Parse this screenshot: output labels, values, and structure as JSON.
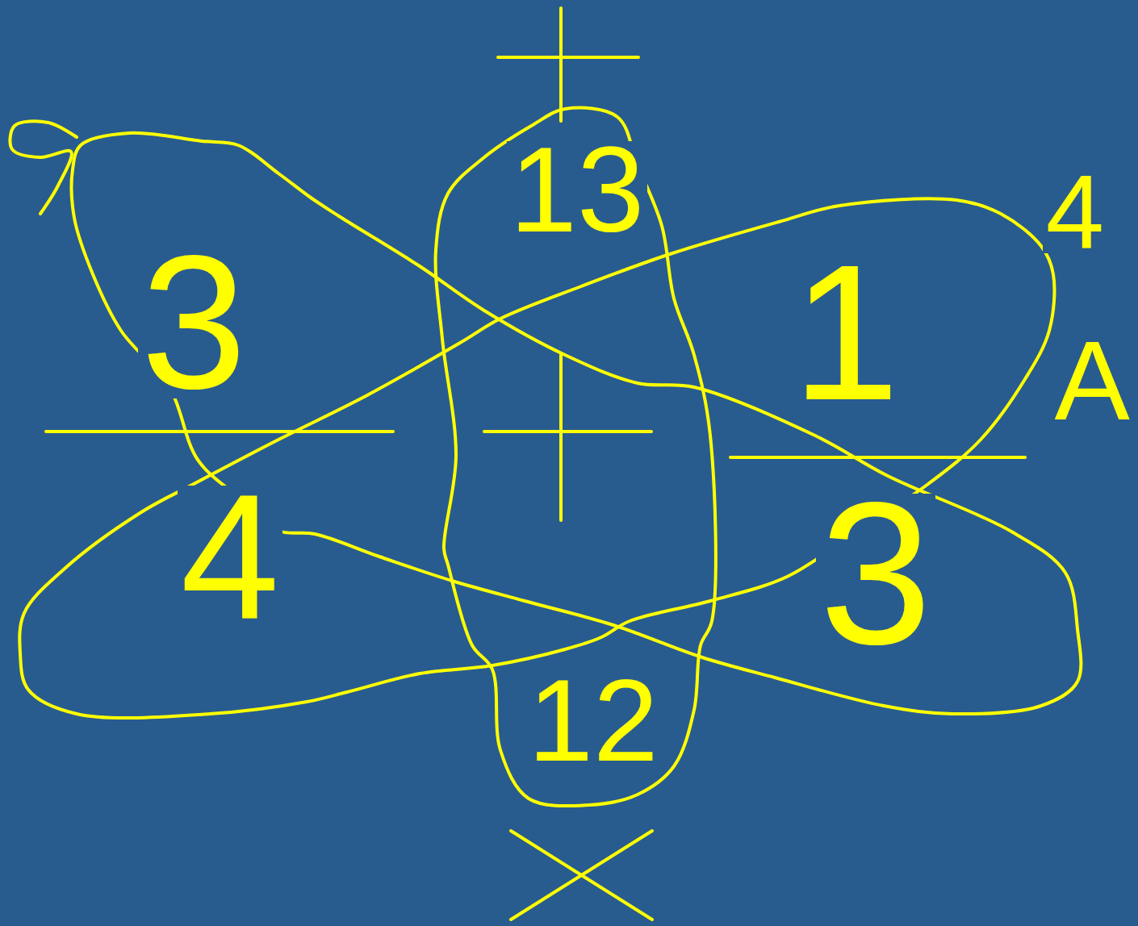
{
  "diagram": {
    "nodes": [
      {
        "text": [
          "13",
          "12"
        ]
      },
      {
        "text": [
          "3",
          "3"
        ]
      },
      {
        "text": [
          "1",
          "4"
        ]
      }
    ],
    "labels": [
      "4",
      "A"
    ]
  }
}
